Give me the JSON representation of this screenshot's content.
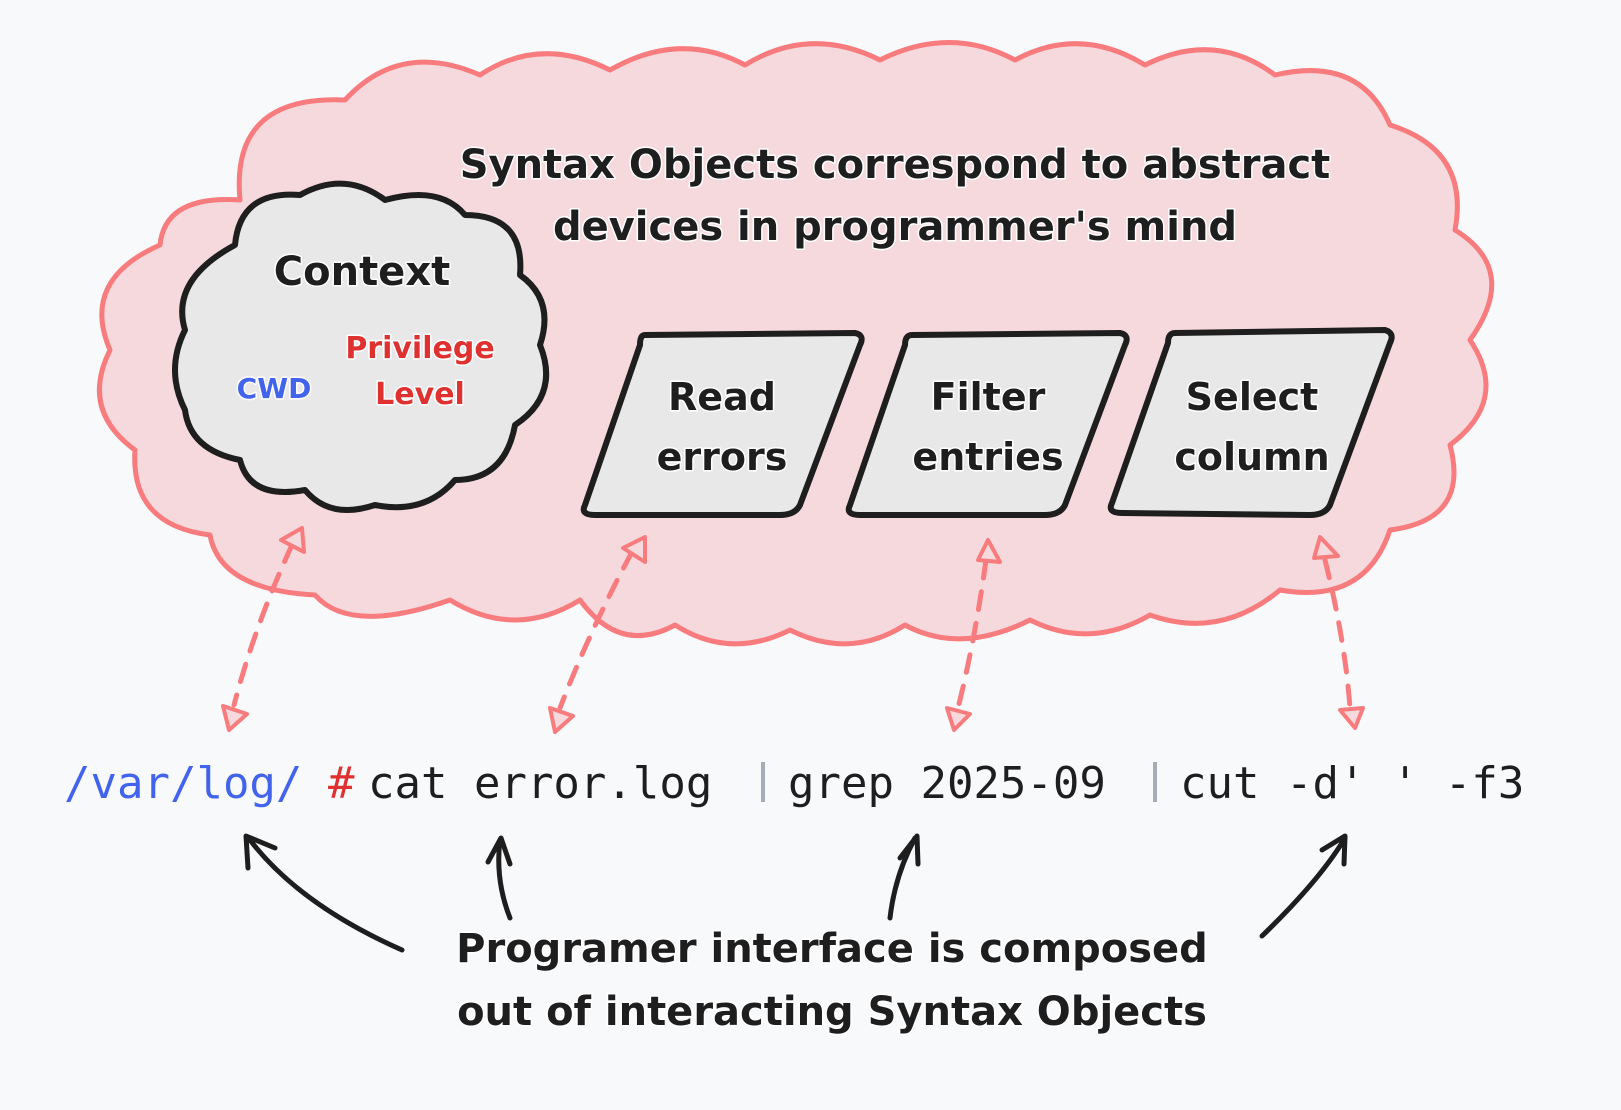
{
  "colors": {
    "background": "#f8f9fb",
    "outer_cloud_fill": "#f6d9dc",
    "outer_cloud_stroke": "#f87b7e",
    "box_fill": "#e8e8e8",
    "ink": "#1e1e1e",
    "cwd_blue": "#4263eb",
    "privilege_red": "#e03131",
    "pipe_gray": "#a5adb8"
  },
  "header": {
    "line1": "Syntax Objects correspond to abstract",
    "line2": "devices in programmer's mind"
  },
  "context_cloud": {
    "title": "Context",
    "cwd_label": "CWD",
    "privilege_line1": "Privilege",
    "privilege_line2": "Level"
  },
  "devices": [
    {
      "line1": "Read",
      "line2": "errors"
    },
    {
      "line1": "Filter",
      "line2": "entries"
    },
    {
      "line1": "Select",
      "line2": "column"
    }
  ],
  "command": {
    "cwd": "/var/log/",
    "prompt": "#",
    "segment1": "cat error.log",
    "pipe": "|",
    "segment2": "grep 2025-09",
    "segment3": "cut -d' ' -f3"
  },
  "footer": {
    "line1": "Programer interface is composed",
    "line2": "out of interacting Syntax Objects"
  }
}
